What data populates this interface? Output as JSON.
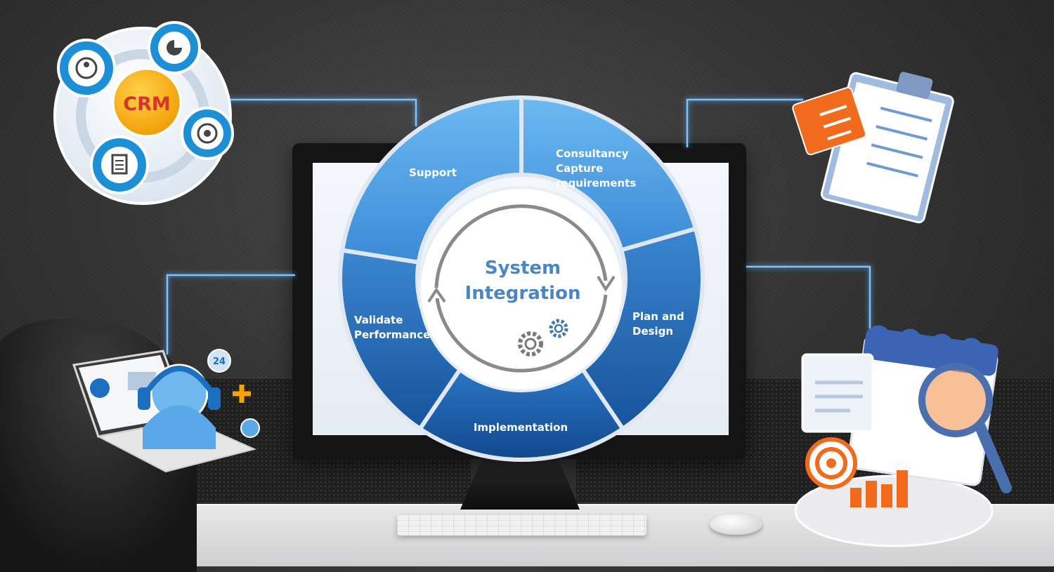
{
  "diagram": {
    "title_line1": "System",
    "title_line2": "Integration",
    "segments": {
      "support": "Support",
      "consultancy": [
        "Consultancy",
        "Capture",
        "requirements"
      ],
      "plan_design": [
        "Plan and",
        "Design"
      ],
      "implementation": "Implementation",
      "validate": [
        "Validate",
        "Performance"
      ]
    }
  },
  "badges": {
    "crm": "CRM",
    "support_number": "24"
  },
  "colors": {
    "segment_light": "#5aa8e8",
    "segment_dark": "#1f63b0",
    "title": "#4a86c5",
    "crm_badge": "#f4a300",
    "crm_text": "#d8342a",
    "accent_orange": "#f26a1b",
    "connector": "#7ec3ff"
  },
  "icons": {
    "crm_cluster": [
      "user-target-icon",
      "pie-chart-icon",
      "target-icon",
      "checklist-icon"
    ],
    "clipboard": "clipboard-checklist-icon",
    "support_laptop": "headset-support-icon",
    "calendar": "calendar-magnifier-icon",
    "cycle": "cycle-arrows-icon",
    "gears": "gears-icon"
  }
}
